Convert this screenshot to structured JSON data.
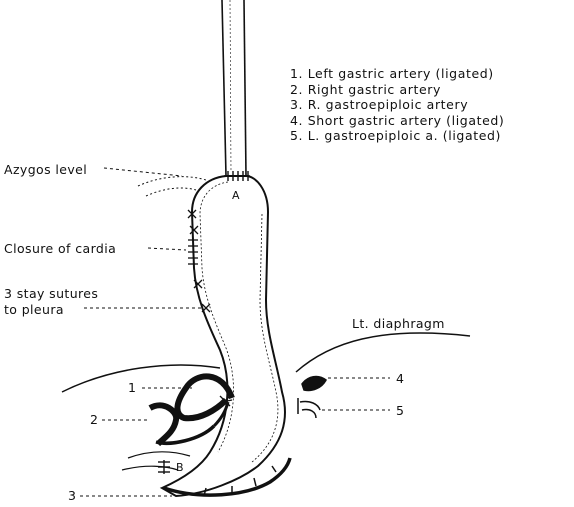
{
  "legend": [
    "1. Left gastric artery (ligated)",
    "2. Right gastric artery",
    "3. R. gastroepiploic artery",
    "4. Short gastric artery (ligated)",
    "5. L. gastroepiploic a. (ligated)"
  ],
  "labels": {
    "azygos": "Azygos level",
    "cardia": "Closure of cardia",
    "stay_line1": "3 stay sutures",
    "stay_line2": "to pleura",
    "diaphragm": "Lt. diaphragm",
    "point_a": "A",
    "point_b": "B",
    "n1": "1",
    "n2": "2",
    "n3": "3",
    "n4": "4",
    "n5": "5"
  }
}
